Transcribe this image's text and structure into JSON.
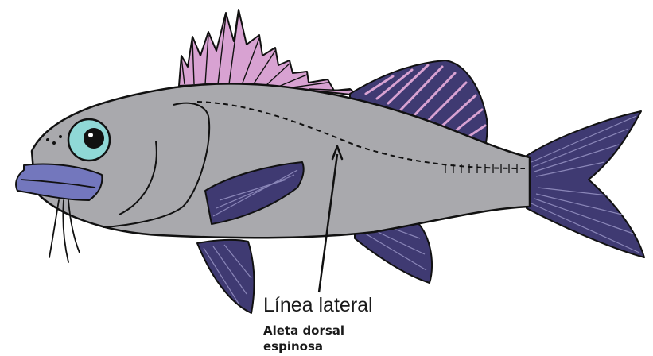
{
  "labels": {
    "lateral_line": "Línea lateral",
    "dorsal_fin_line1": "Aleta dorsal",
    "dorsal_fin_line2": "espinosa"
  },
  "colors": {
    "body": "#a9a9ad",
    "dark_fin": "#3f3a72",
    "pink_fin": "#d8a2d2",
    "mouth": "#7377bd",
    "eye_iris": "#8fd8d6",
    "outline": "#111111"
  }
}
